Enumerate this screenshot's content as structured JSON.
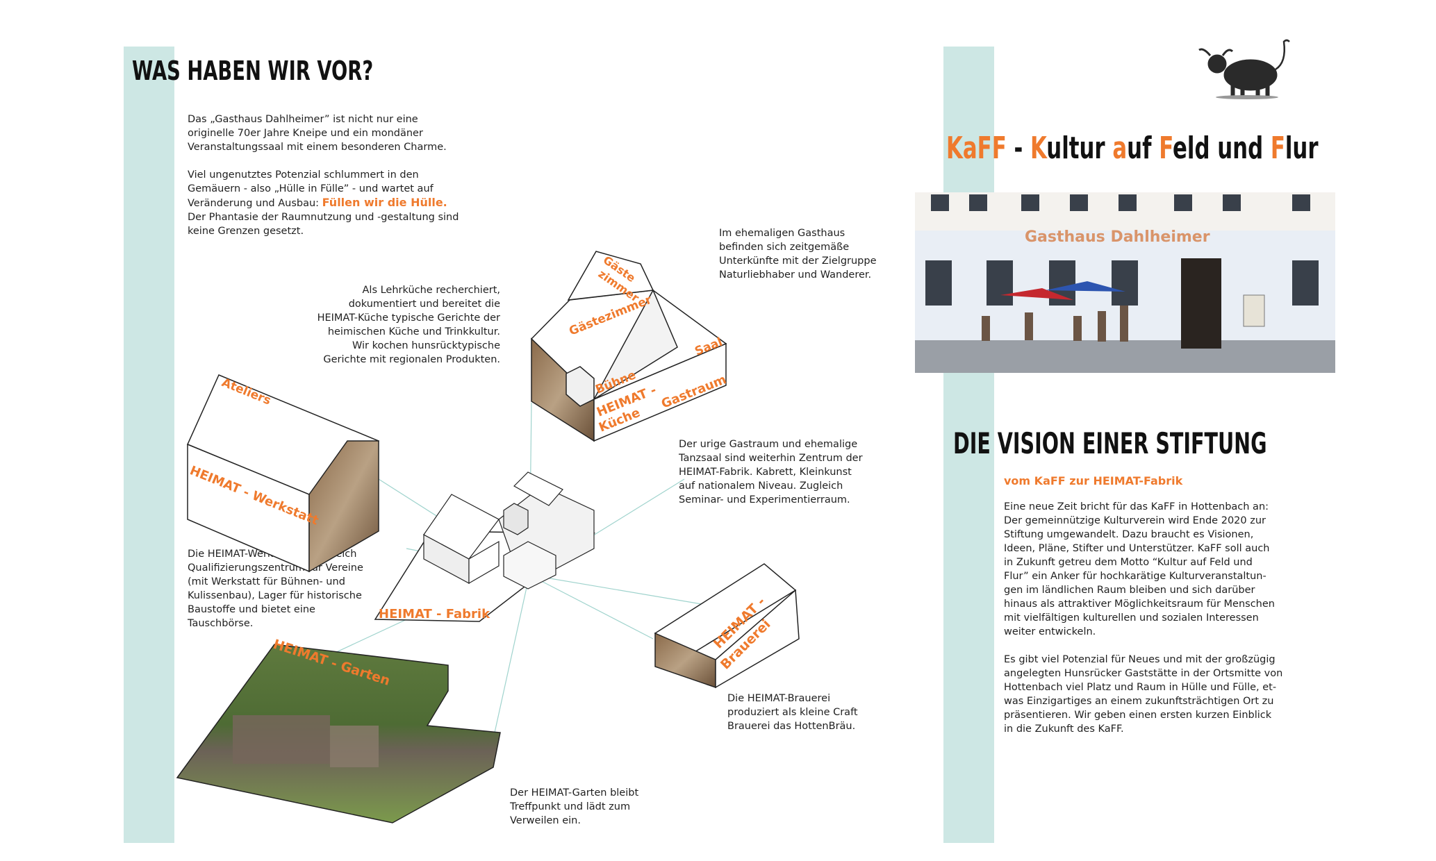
{
  "left": {
    "title": "WAS HABEN WIR VOR?",
    "intro_lines": [
      "Das „Gasthaus Dahlheimer” ist nicht nur eine",
      "originelle 70er Jahre Kneipe und ein mondäner",
      "Veranstaltungssaal mit einem besonderen Charme."
    ],
    "intro2_lines": [
      "Viel ungenutztes Potenzial schlummert in den",
      "Gemäuern - also „Hülle in Fülle” - und wartet auf"
    ],
    "intro2_line3_pre": "Veränderung und Ausbau: ",
    "intro2_line3_highlight": "Füllen wir die Hülle.",
    "intro2_tail_lines": [
      "Der Phantasie der Raumnutzung und -gestaltung sind",
      "keine Grenzen gesetzt."
    ],
    "kueche_text_lines": [
      "Als Lehrküche recherchiert,",
      "dokumentiert und bereitet die",
      "HEIMAT-Küche typische Gerichte der",
      "heimischen Küche und Trinkkultur.",
      "Wir kochen hunsrücktypische",
      "Gerichte mit regionalen Produkten."
    ],
    "gaeste_text_lines": [
      "Im ehemaligen Gasthaus",
      "befinden sich zeitgemäße",
      "Unterkünfte mit der Zielgruppe",
      "Naturliebhaber und Wanderer."
    ],
    "gastraum_text_lines": [
      "Der urige Gastraum und ehemalige",
      "Tanzsaal sind weiterhin Zentrum der",
      "HEIMAT-Fabrik. Kabrett, Kleinkunst",
      "auf nationalem Niveau. Zugleich",
      "Seminar- und Experimentierraum."
    ],
    "werkstatt_text_lines": [
      "Die HEIMAT-Werkstatt ist zugleich",
      "Qualifizierungszentrum für Vereine",
      "(mit Werkstatt für Bühnen- und",
      "Kulissenbau), Lager für historische",
      "Baustoffe und bietet eine",
      "Tauschbörse."
    ],
    "brauerei_text_lines": [
      "Die HEIMAT-Brauerei",
      "produziert als kleine Craft",
      "Brauerei das HottenBräu."
    ],
    "garten_text_lines": [
      "Der HEIMAT-Garten bleibt",
      "Treffpunkt und lädt zum",
      "Verweilen ein."
    ],
    "labels": {
      "gaeste": "Gäste",
      "zimmer": "zimmer",
      "gaestezimmer": "Gästezimmer",
      "saal": "Saal",
      "buehne": "Bühne",
      "heimat_dash": "HEIMAT -",
      "kueche": "Küche",
      "gastraum": "Gastraum",
      "ateliers": "Ateliers",
      "werkstatt": "HEIMAT - Werkstatt",
      "fabrik": "HEIMAT - Fabrik",
      "brauerei_1": "HEIMAT -",
      "brauerei_2": "Brauerei",
      "garten": "HEIMAT - Garten"
    }
  },
  "right": {
    "kaff_title": {
      "k1": "KaFF",
      "sep": " - ",
      "k2": "K",
      "w2": "ultur ",
      "k3": "a",
      "w3": "uf ",
      "k4": "F",
      "w4": "eld und ",
      "k5": "F",
      "w5": "lur"
    },
    "photo_sign": "Gasthaus Dahlheimer",
    "vision_title": "DIE VISION EINER STIFTUNG",
    "vision_subtitle": "vom KaFF zur HEIMAT-Fabrik",
    "vision_p1_lines": [
      "Eine neue Zeit bricht für das KaFF in Hottenbach an:",
      "Der gemeinnützige Kulturverein wird Ende 2020 zur",
      "Stiftung umgewandelt. Dazu braucht es Visionen,",
      "Ideen, Pläne, Stifter und Unterstützer. KaFF soll auch",
      "in Zukunft getreu dem Motto “Kultur auf Feld und",
      "Flur” ein Anker für hochkarätige Kulturveranstaltun-",
      "gen im ländlichen Raum bleiben und sich darüber",
      "hinaus als attraktiver Möglichkeitsraum für Menschen",
      "mit vielfältigen kulturellen und sozialen Interessen",
      "weiter entwickeln."
    ],
    "vision_p2_lines": [
      "Es gibt viel Potenzial für Neues und mit der großzügig",
      "angelegten Hunsrücker Gaststätte in der Ortsmitte von",
      "Hottenbach viel Platz und Raum in Hülle und Fülle, et-",
      "was Einzigartiges an einem zukunftsträchtigen Ort zu",
      "präsentieren. Wir geben einen ersten kurzen Einblick",
      "in die Zukunft des KaFF."
    ]
  },
  "colors": {
    "accent": "#ef7a2d",
    "band": "#cde7e4",
    "lines": "#9fd3cd"
  },
  "icons": {
    "bull": "bull-illustration"
  }
}
